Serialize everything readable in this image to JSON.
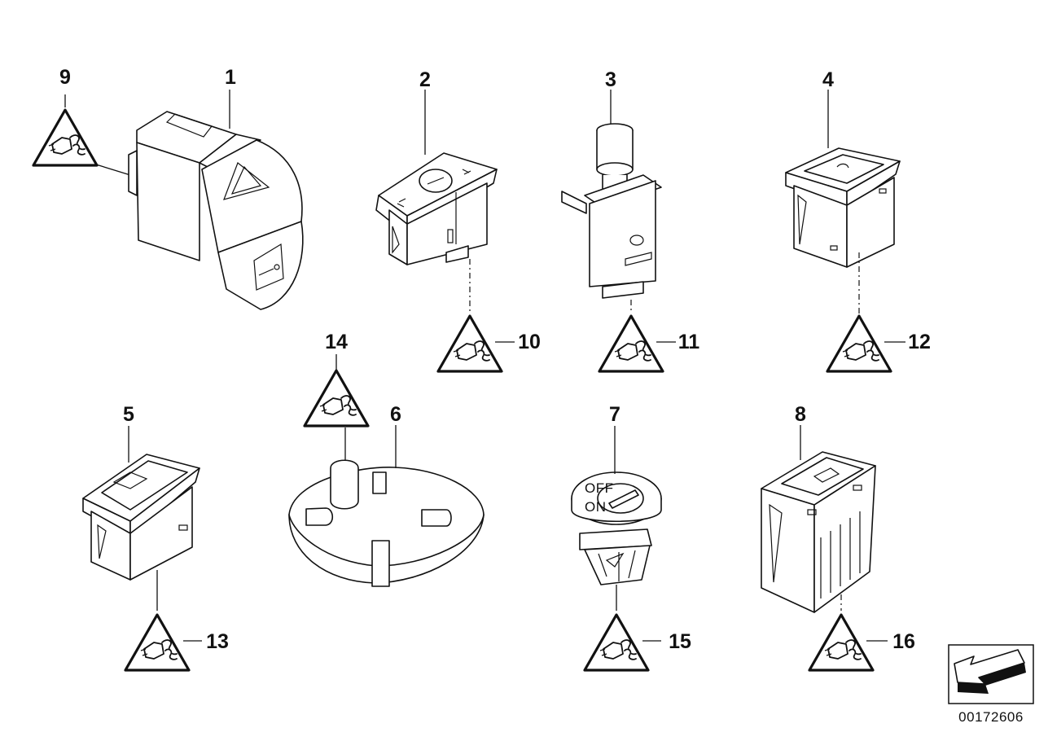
{
  "diagram": {
    "reference_code": "00172606",
    "labels": [
      "1",
      "2",
      "3",
      "4",
      "5",
      "6",
      "7",
      "8",
      "9",
      "10",
      "11",
      "12",
      "13",
      "14",
      "15",
      "16"
    ],
    "switch_marks": {
      "off_label": "OFF",
      "on_label": "ON"
    }
  }
}
